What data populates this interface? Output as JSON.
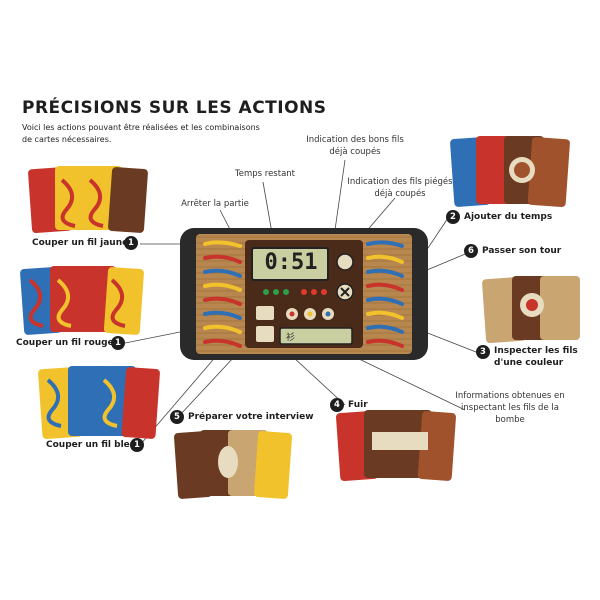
{
  "page": {
    "title": "PRÉCISIONS SUR LES ACTIONS",
    "intro": "Voici les actions pouvant être réalisées et les combinaisons de cartes nécessaires."
  },
  "callouts": {
    "bons_fils": "Indication des bons fils déjà coupés",
    "temps_restant": "Temps restant",
    "arreter": "Arrêter la partie",
    "fils_pieges": "Indication des fils piégés déjà coupés",
    "informations": "Informations obtenues en inspectant les fils de la bombe"
  },
  "timer": {
    "display": "0:51"
  },
  "actions": [
    {
      "number": "1",
      "label": "Couper un fil jaune"
    },
    {
      "number": "1",
      "label": "Couper un fil rouge"
    },
    {
      "number": "1",
      "label": "Couper un fil bleu"
    },
    {
      "number": "2",
      "label": "Ajouter du temps"
    },
    {
      "number": "3",
      "label": "Inspecter les fils d'une couleur"
    },
    {
      "number": "4",
      "label": "Fuir"
    },
    {
      "number": "5",
      "label": "Préparer votre interview"
    },
    {
      "number": "6",
      "label": "Passer son tour"
    }
  ],
  "colors": {
    "yellow": "#f2c22c",
    "red": "#c8342b",
    "blue": "#2f6fb5",
    "brown": "#6a3b22",
    "tan": "#c9a572",
    "phone": "#2a2a2a",
    "lcd": "#c9cfa0"
  },
  "icons": [
    "stopwatch-icon",
    "close-icon",
    "eye-icon",
    "runner-icon",
    "microphone-icon"
  ]
}
